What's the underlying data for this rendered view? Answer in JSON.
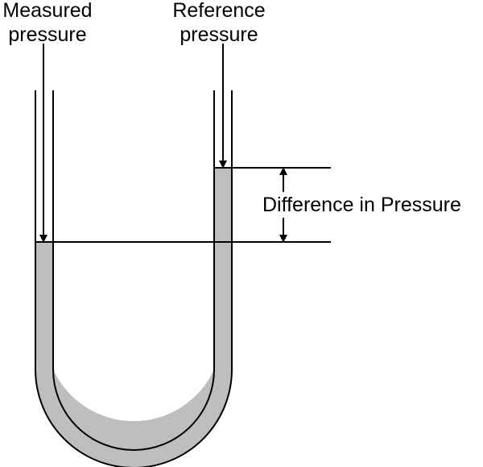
{
  "labels": {
    "measured_line1": "Measured",
    "measured_line2": "pressure",
    "reference_line1": "Reference",
    "reference_line2": "pressure",
    "difference": "Difference in Pressure"
  },
  "colors": {
    "fluid": "#bebebe",
    "stroke": "#000000",
    "background": "#ffffff"
  }
}
